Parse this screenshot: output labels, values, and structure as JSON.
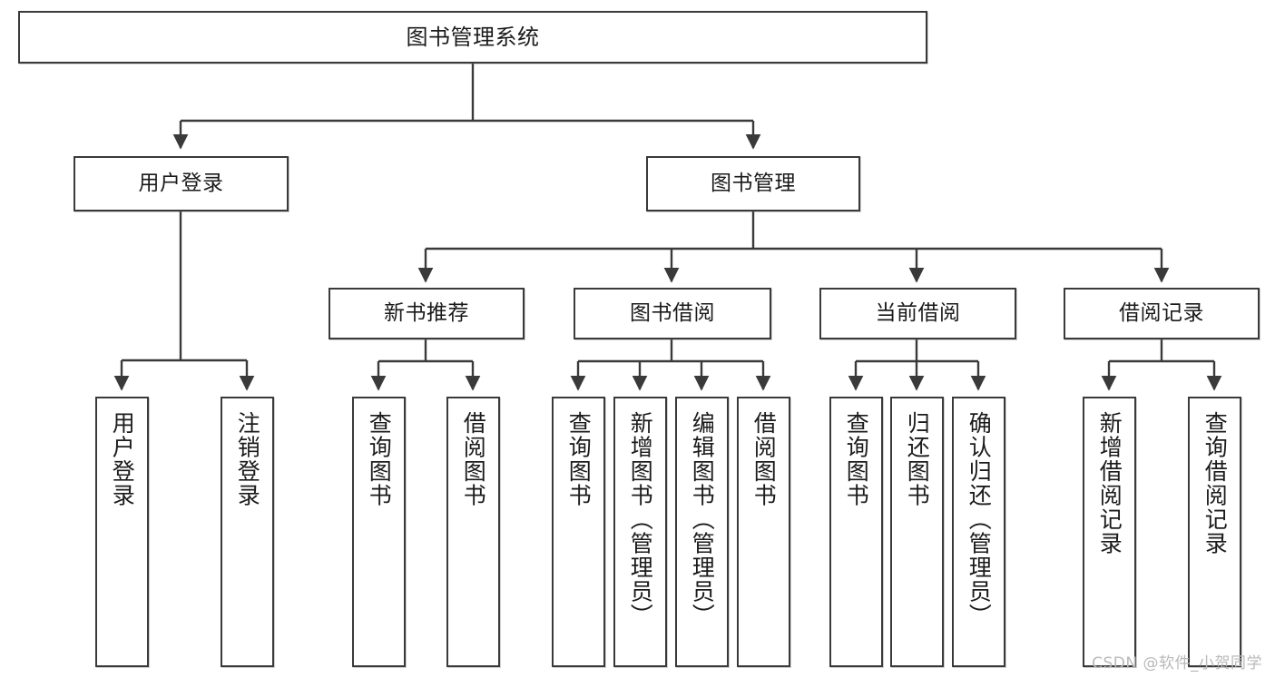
{
  "diagram": {
    "title": "图书管理系统",
    "type": "tree-structure-chart",
    "colors": {
      "node_border": "#3a3a3a",
      "node_fill": "#ffffff",
      "edge": "#3a3a3a",
      "text": "#1b1b1b",
      "watermark": "#b9b9b9"
    }
  },
  "root": {
    "label": "图书管理系统"
  },
  "level2": [
    {
      "label": "用户登录"
    },
    {
      "label": "图书管理"
    }
  ],
  "level3": [
    {
      "label": "新书推荐"
    },
    {
      "label": "图书借阅"
    },
    {
      "label": "当前借阅"
    },
    {
      "label": "借阅记录"
    }
  ],
  "leaves": {
    "user_login": [
      {
        "label": "用户登录"
      },
      {
        "label": "注销登录"
      }
    ],
    "new_book_recommend": [
      {
        "label": "查询图书"
      },
      {
        "label": "借阅图书"
      }
    ],
    "book_borrow": [
      {
        "label": "查询图书"
      },
      {
        "label": "新增图书（管理员）"
      },
      {
        "label": "编辑图书（管理员）"
      },
      {
        "label": "借阅图书"
      }
    ],
    "current_borrow": [
      {
        "label": "查询图书"
      },
      {
        "label": "归还图书"
      },
      {
        "label": "确认归还（管理员）"
      }
    ],
    "borrow_record": [
      {
        "label": "新增借阅记录"
      },
      {
        "label": "查询借阅记录"
      }
    ]
  },
  "watermark": {
    "text": "CSDN @软件_小贺同学"
  }
}
